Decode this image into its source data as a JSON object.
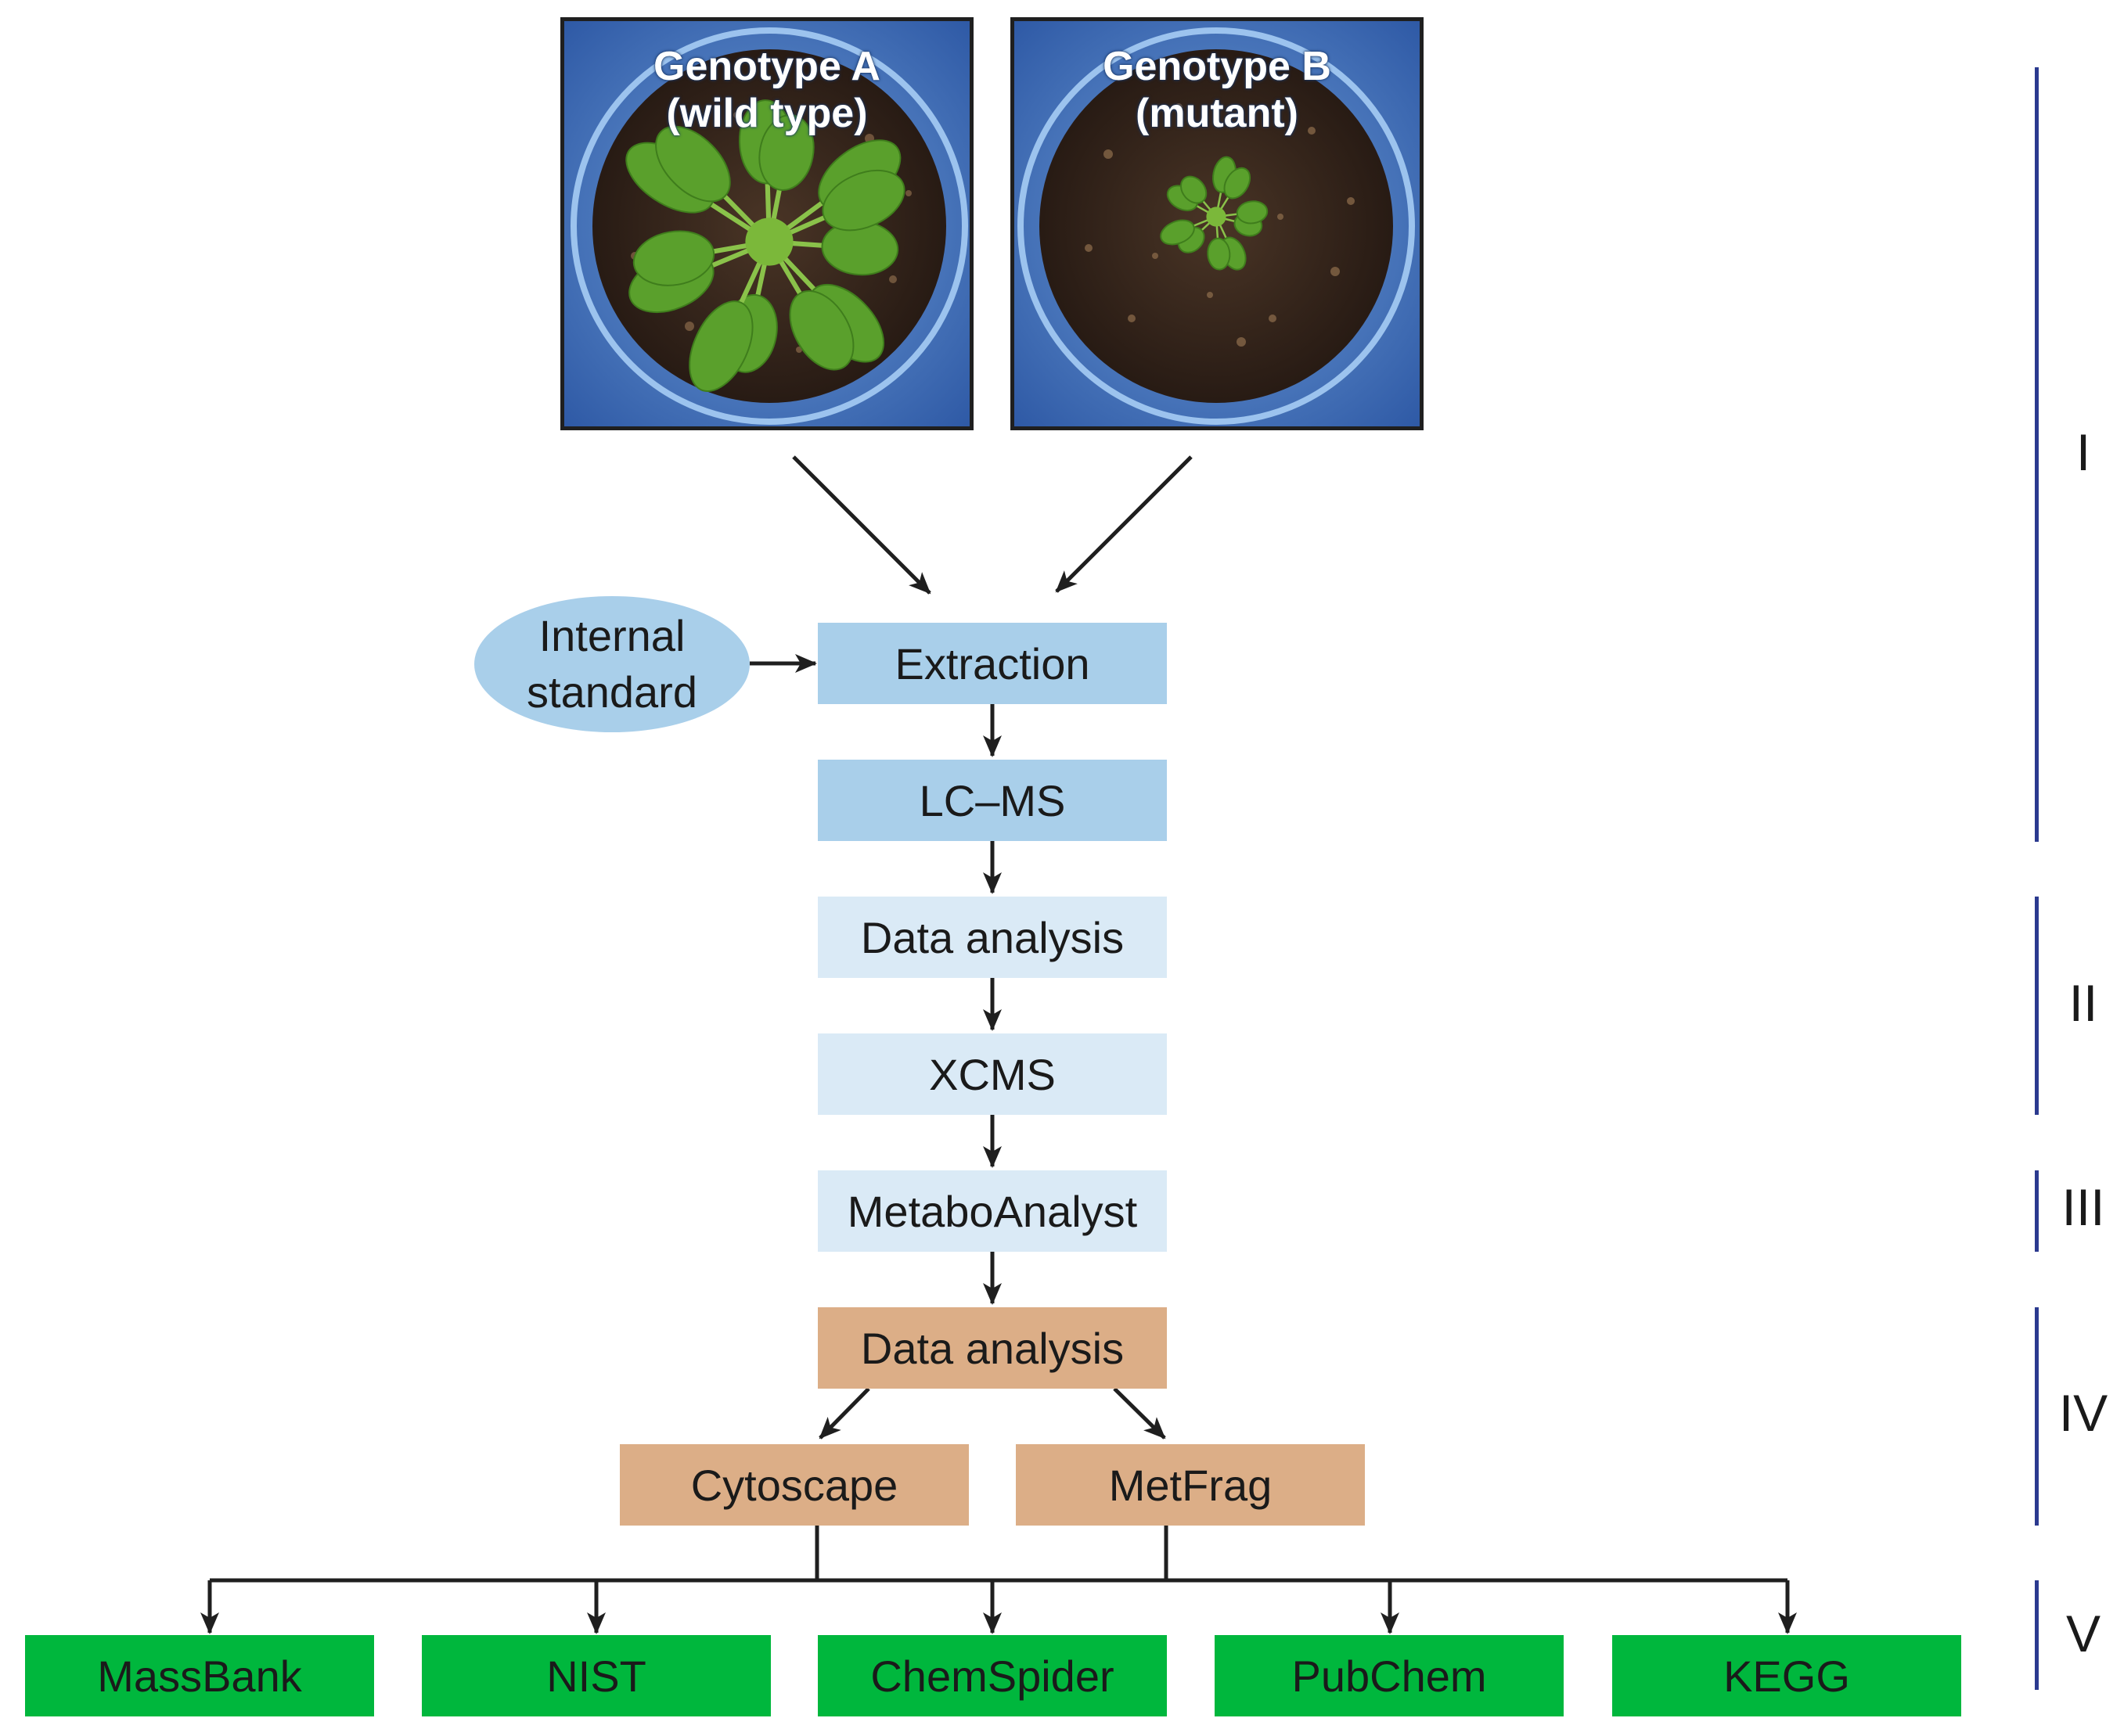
{
  "photos": [
    {
      "line1": "Genotype A",
      "line2": "(wild type)",
      "plant_size": "large",
      "plant_color": "#5aa02c"
    },
    {
      "line1": "Genotype B",
      "line2": "(mutant)",
      "plant_size": "small",
      "plant_color": "#5aa02c"
    }
  ],
  "nodes": {
    "internal_standard": {
      "line1": "Internal",
      "line2": "standard"
    },
    "extraction": "Extraction",
    "lcms": "LC–MS",
    "data_analysis_1": "Data analysis",
    "xcms": "XCMS",
    "metaboanalyst": "MetaboAnalyst",
    "data_analysis_2": "Data analysis",
    "cytoscape": "Cytoscape",
    "metfrag": "MetFrag"
  },
  "databases": [
    "MassBank",
    "NIST",
    "ChemSpider",
    "PubChem",
    "KEGG"
  ],
  "phases": [
    "I",
    "II",
    "III",
    "IV",
    "V"
  ],
  "colors": {
    "stage_blue": "#a9cfea",
    "stage_light_blue": "#daeaf6",
    "stage_tan": "#dcae87",
    "database_green": "#00b73d",
    "phase_bar": "#2b3a8f",
    "arrow": "#1f1f1f"
  }
}
